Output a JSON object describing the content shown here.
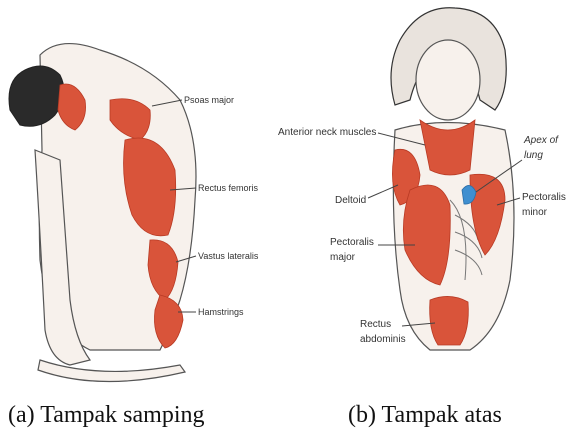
{
  "panel_a": {
    "labels": {
      "psoas": "Psoas major",
      "rectus_femoris": "Rectus femoris",
      "vastus": "Vastus lateralis",
      "hamstrings": "Hamstrings"
    },
    "caption": "(a) Tampak samping"
  },
  "panel_b": {
    "labels": {
      "anterior_neck": "Anterior neck muscles",
      "apex_line1": "Apex of",
      "apex_line2": "lung",
      "deltoid": "Deltoid",
      "pectoralis_minor_line1": "Pectoralis",
      "pectoralis_minor_line2": "minor",
      "pectoralis_major_line1": "Pectoralis",
      "pectoralis_major_line2": "major",
      "rectus_line1": "Rectus",
      "rectus_line2": "abdominis"
    },
    "caption": "(b) Tampak atas"
  },
  "colors": {
    "muscle": "#d9543a",
    "muscle_dark": "#b83a24",
    "outline": "#555555",
    "lung": "#3f8fd0",
    "hair": "#2a2a2a"
  }
}
